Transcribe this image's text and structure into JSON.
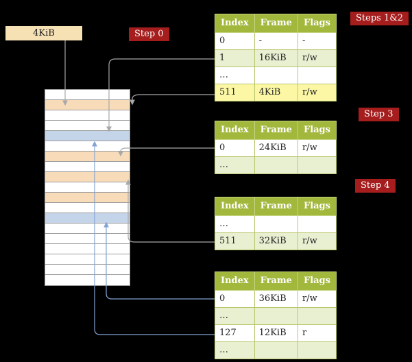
{
  "diagram": {
    "frame_box_label": "4KiB",
    "step_badges": [
      {
        "label": "Step 0"
      },
      {
        "label": "Steps 1&2"
      },
      {
        "label": "Step 3"
      },
      {
        "label": "Step 4"
      }
    ]
  },
  "tables": [
    {
      "headers": [
        "Index",
        "Frame",
        "Flags"
      ],
      "rows": [
        {
          "index": "0",
          "frame": "-",
          "flags": "-",
          "variant": "white"
        },
        {
          "index": "1",
          "frame": "16KiB",
          "flags": "r/w",
          "variant": "green"
        },
        {
          "index": "…",
          "frame": "",
          "flags": "",
          "variant": "white"
        },
        {
          "index": "511",
          "frame": "4KiB",
          "flags": "r/w",
          "variant": "yellow"
        }
      ]
    },
    {
      "headers": [
        "Index",
        "Frame",
        "Flags"
      ],
      "rows": [
        {
          "index": "0",
          "frame": "24KiB",
          "flags": "r/w",
          "variant": "white"
        },
        {
          "index": "…",
          "frame": "",
          "flags": "",
          "variant": "green"
        }
      ]
    },
    {
      "headers": [
        "Index",
        "Frame",
        "Flags"
      ],
      "rows": [
        {
          "index": "…",
          "frame": "",
          "flags": "",
          "variant": "white"
        },
        {
          "index": "511",
          "frame": "32KiB",
          "flags": "r/w",
          "variant": "green"
        }
      ]
    },
    {
      "headers": [
        "Index",
        "Frame",
        "Flags"
      ],
      "rows": [
        {
          "index": "0",
          "frame": "36KiB",
          "flags": "r/w",
          "variant": "white"
        },
        {
          "index": "…",
          "frame": "",
          "flags": "",
          "variant": "green"
        },
        {
          "index": "127",
          "frame": "12KiB",
          "flags": "r",
          "variant": "white"
        },
        {
          "index": "…",
          "frame": "",
          "flags": "",
          "variant": "green"
        }
      ]
    }
  ],
  "memory": {
    "rows": [
      "white",
      "peach",
      "white",
      "white",
      "blue",
      "white",
      "peach",
      "white",
      "peach",
      "white",
      "peach",
      "white",
      "blue",
      "white",
      "white",
      "white",
      "white",
      "white",
      "white"
    ]
  },
  "colors": {
    "background": "#000000",
    "badge-red": "#a51d1d",
    "frame-tan": "#f6e1b5",
    "olive": "#a2b83c",
    "olive-border": "#c6d37f",
    "table-border": "#b9c66c",
    "pale-green": "#e9f0d2",
    "highlight-yellow": "#fbf7a5",
    "mem-peach": "#f8dcba",
    "mem-blue": "#c5d5e9",
    "mem-border": "#9a9a9a",
    "arrow-gray": "#a8a8a8",
    "arrow-blue": "#84a3d3"
  }
}
